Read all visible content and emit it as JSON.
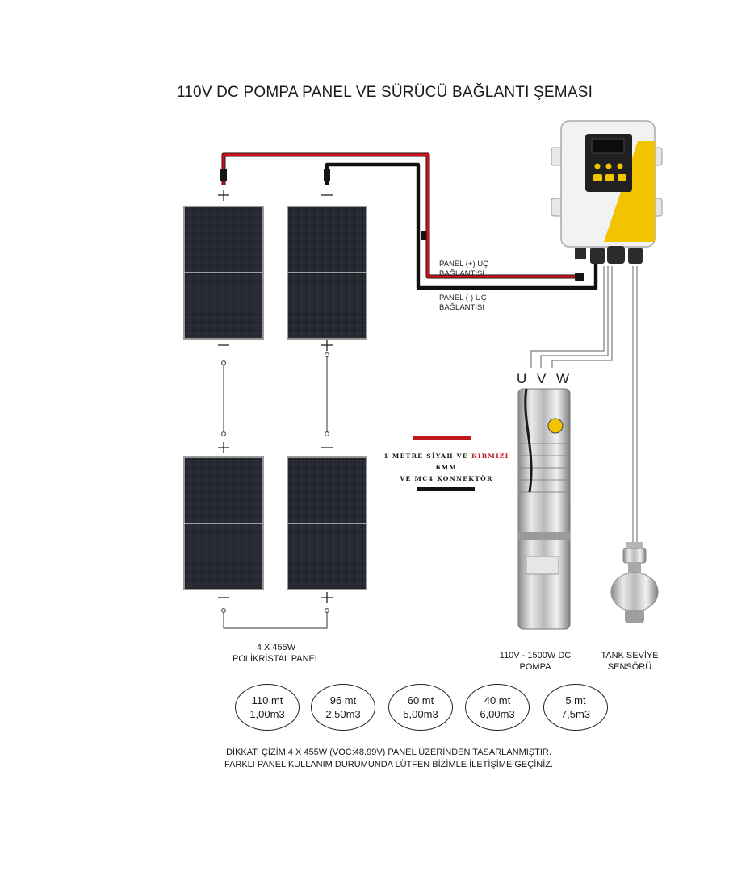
{
  "title": "110V DC POMPA PANEL VE SÜRÜCÜ BAĞLANTI ŞEMASI",
  "colors": {
    "positive_cable": "#d0101a",
    "negative_cable": "#111111",
    "panel": "#1c1d24",
    "controller_accent": "#f2c400"
  },
  "labels": {
    "positive": [
      "PANEL (+) UÇ",
      "BAĞLANTISI"
    ],
    "negative": [
      "PANEL (-) UÇ",
      "BAĞLANTISI"
    ],
    "uvw": "U V W",
    "cable_note_1": "1 METRE SİYAH VE",
    "cable_note_red": "KIRMIZI",
    "cable_note_1_end": "6MM",
    "cable_note_2": "VE MC4 KONNEKTÖR",
    "panels": [
      "4 X 455W",
      "POLİKRİSTAL PANEL"
    ],
    "pump": [
      "110V - 1500W DC",
      "POMPA"
    ],
    "sensor": [
      "TANK SEVİYE",
      "SENSÖRÜ"
    ]
  },
  "flow_table": [
    {
      "height": "110 mt",
      "flow": "1,00m3"
    },
    {
      "height": "96 mt",
      "flow": "2,50m3"
    },
    {
      "height": "60 mt",
      "flow": "5,00m3"
    },
    {
      "height": "40 mt",
      "flow": "6,00m3"
    },
    {
      "height": "5 mt",
      "flow": "7,5m3"
    }
  ],
  "footer": [
    "DİKKAT: ÇİZİM 4 X 455W (VOC:48.99V) PANEL ÜZERİNDEN  TASARLANMIŞTIR.",
    "FARKLI PANEL KULLANIM DURUMUNDA LÜTFEN BİZİMLE İLETİŞİME GEÇİNİZ."
  ]
}
